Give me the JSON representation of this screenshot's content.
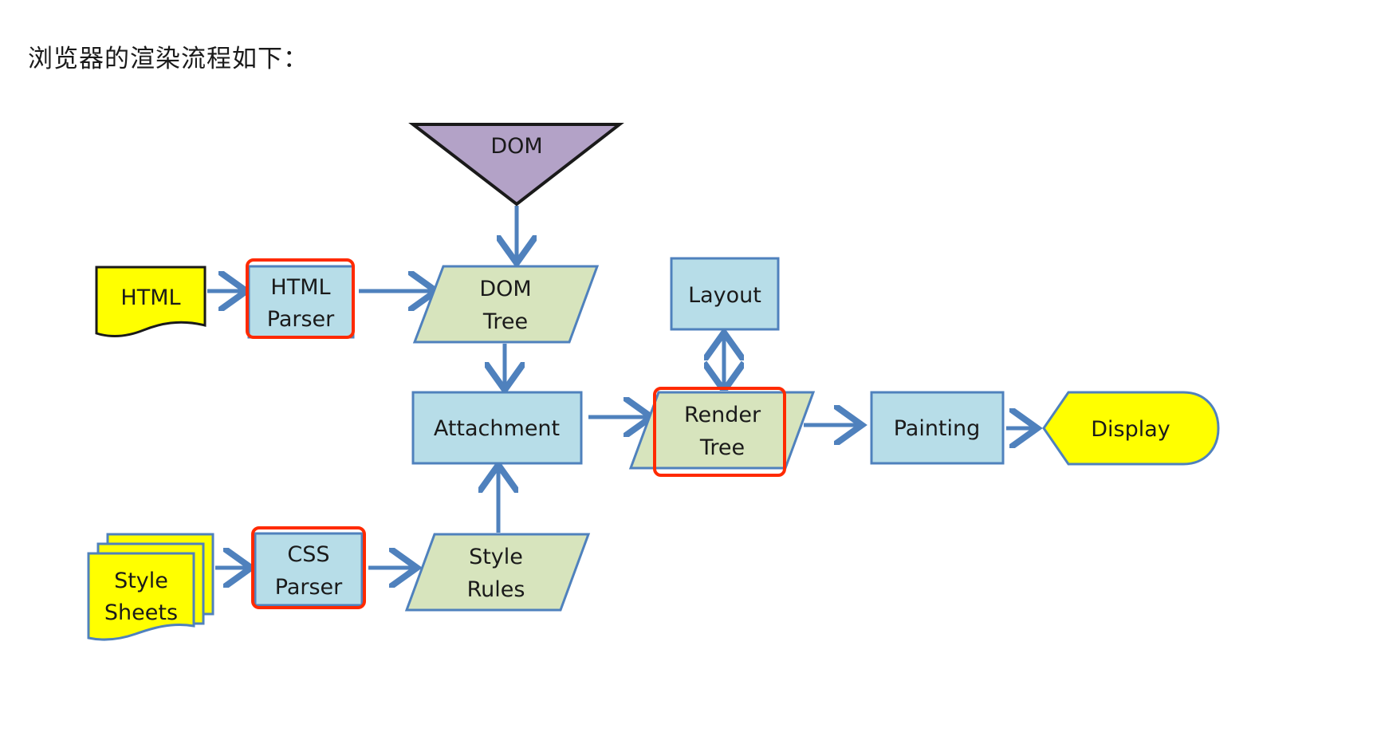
{
  "heading": "浏览器的渲染流程如下：",
  "colors": {
    "process_fill": "#b7dde8",
    "data_fill": "#d7e4bd",
    "io_fill": "#ffff00",
    "dom_fill": "#b3a2c7",
    "arrow": "#4f81bd",
    "highlight": "#ff2a00"
  },
  "diagram": {
    "nodes": {
      "dom": {
        "lines": [
          "DOM"
        ]
      },
      "html": {
        "lines": [
          "HTML"
        ]
      },
      "html_parser": {
        "lines": [
          "HTML",
          "Parser"
        ],
        "highlighted": true
      },
      "dom_tree": {
        "lines": [
          "DOM",
          "Tree"
        ]
      },
      "layout": {
        "lines": [
          "Layout"
        ]
      },
      "attachment": {
        "lines": [
          "Attachment"
        ]
      },
      "render_tree": {
        "lines": [
          "Render",
          "Tree"
        ],
        "highlighted": true
      },
      "painting": {
        "lines": [
          "Painting"
        ]
      },
      "display": {
        "lines": [
          "Display"
        ]
      },
      "style_sheets": {
        "lines": [
          "Style",
          "Sheets"
        ]
      },
      "css_parser": {
        "lines": [
          "CSS",
          "Parser"
        ],
        "highlighted": true
      },
      "style_rules": {
        "lines": [
          "Style",
          "Rules"
        ]
      }
    },
    "edges": [
      {
        "from": "html",
        "to": "html_parser"
      },
      {
        "from": "html_parser",
        "to": "dom_tree"
      },
      {
        "from": "dom",
        "to": "dom_tree"
      },
      {
        "from": "dom_tree",
        "to": "attachment"
      },
      {
        "from": "style_sheets",
        "to": "css_parser"
      },
      {
        "from": "css_parser",
        "to": "style_rules"
      },
      {
        "from": "style_rules",
        "to": "attachment"
      },
      {
        "from": "attachment",
        "to": "render_tree"
      },
      {
        "from": "render_tree",
        "to": "layout",
        "bidirectional": true
      },
      {
        "from": "render_tree",
        "to": "painting"
      },
      {
        "from": "painting",
        "to": "display"
      }
    ]
  }
}
